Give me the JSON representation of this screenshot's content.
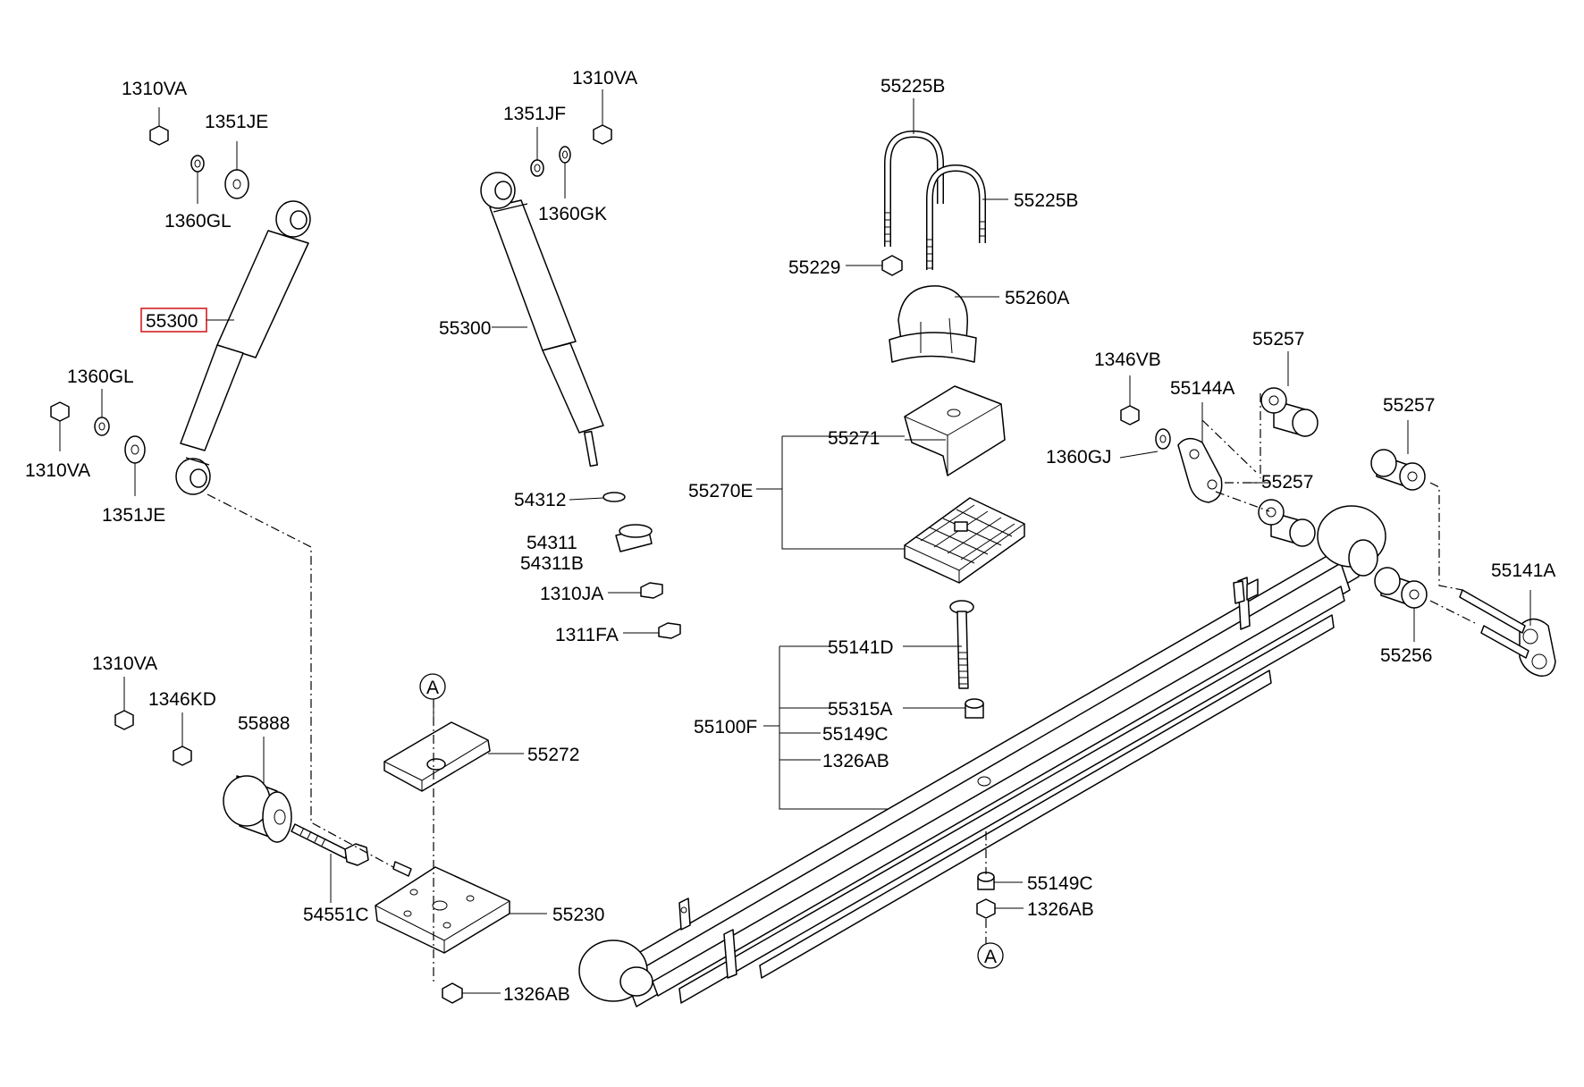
{
  "diagram": {
    "highlighted_part": "55300",
    "highlight_color": "#d42020",
    "labels": {
      "l_1310va_a": "1310VA",
      "l_1351je_a": "1351JE",
      "l_1360gl_a": "1360GL",
      "l_55300_left": "55300",
      "l_1360gl_b": "1360GL",
      "l_1310va_b": "1310VA",
      "l_1351je_b": "1351JE",
      "l_1310va_c": "1310VA",
      "l_1351jf": "1351JF",
      "l_1360gk": "1360GK",
      "l_55300_mid": "55300",
      "l_54312": "54312",
      "l_54311": "54311",
      "l_54311b": "54311B",
      "l_1310ja": "1310JA",
      "l_1311fa": "1311FA",
      "l_55225b_a": "55225B",
      "l_55225b_b": "55225B",
      "l_55229": "55229",
      "l_55260a": "55260A",
      "l_55271": "55271",
      "l_55270e": "55270E",
      "l_1346vb": "1346VB",
      "l_55144a": "55144A",
      "l_55257_a": "55257",
      "l_1360gj": "1360GJ",
      "l_55257_b": "55257",
      "l_55257_c": "55257",
      "l_55141a": "55141A",
      "l_55256": "55256",
      "l_55141d": "55141D",
      "l_55315a": "55315A",
      "l_55100f": "55100F",
      "l_55149c_a": "55149C",
      "l_1326ab_a": "1326AB",
      "l_1310va_d": "1310VA",
      "l_1346kd": "1346KD",
      "l_55888": "55888",
      "l_55272": "55272",
      "l_54551c": "54551C",
      "l_55230": "55230",
      "l_1326ab_b": "1326AB",
      "l_55149c_b": "55149C",
      "l_1326ab_c": "1326AB",
      "ref_a_top": "A",
      "ref_a_bottom": "A"
    }
  }
}
